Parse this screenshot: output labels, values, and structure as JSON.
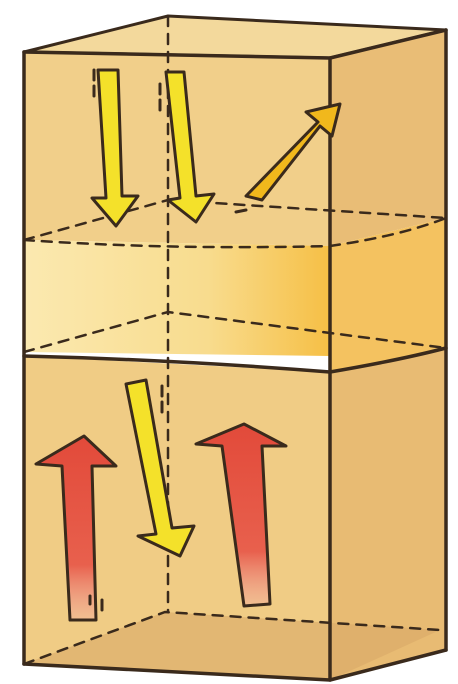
{
  "colors": {
    "box_fill": "#f1d08a",
    "box_side": "#e8bc72",
    "box_top": "#f4d99a",
    "band_fill": "#fbe6a6",
    "band_accent": "#f6b73a",
    "outline": "#3a2a1c",
    "arrow_yellow": "#f4e12a",
    "arrow_yellow_reflect": "#f1b81c",
    "arrow_red": "#e24a3a",
    "floor_shadow": "#d9a867"
  },
  "icons": {
    "incoming": "down-arrow-icon",
    "reflected": "up-right-arrow-icon",
    "outgoing": "up-arrow-icon"
  },
  "diagram": {
    "layers": [
      "upper-block",
      "middle-band",
      "lower-block"
    ],
    "upper_arrows": [
      "incoming-sunlight-arrow-1",
      "incoming-sunlight-arrow-2",
      "reflected-arrow"
    ],
    "lower_arrows": [
      "outgoing-heat-arrow-1",
      "transmitted-sunlight-arrow",
      "outgoing-heat-arrow-2"
    ]
  }
}
